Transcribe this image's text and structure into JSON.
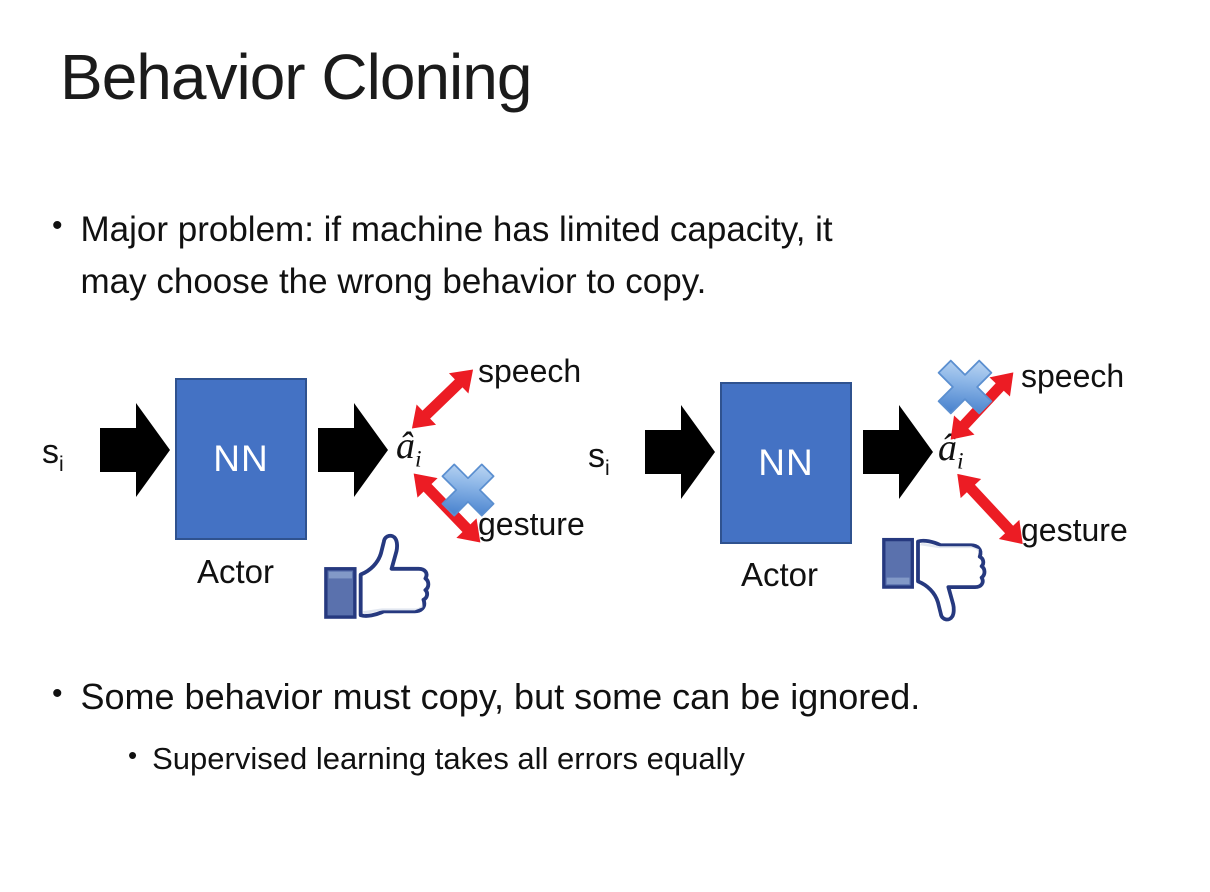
{
  "slide": {
    "title": "Behavior Cloning",
    "bullet_char": "•",
    "bullets": {
      "b1_line1": "Major problem: if machine has limited capacity, it",
      "b1_line2": "may choose the wrong behavior to copy.",
      "b2": "Some behavior must copy, but some can be ignored.",
      "b2_sub": "Supervised learning takes all errors equally"
    }
  },
  "diagram": {
    "state_main": "s",
    "state_sub": "i",
    "nn_label": "NN",
    "actor_label": "Actor",
    "action_main": "â",
    "action_sub": "i",
    "speech_label": "speech",
    "gesture_label": "gesture"
  },
  "colors": {
    "background": "#FFFFFF",
    "text": "#111111",
    "nn_fill": "#4472C4",
    "nn_border": "#2F528F",
    "arrow_black": "#000000",
    "arrow_red": "#EC1C24",
    "cross_blue": "#3B78C9",
    "cross_blue_light": "#D6E7F8",
    "cross_border": "#5B8FD0",
    "thumb_outline": "#26397F",
    "thumb_cuff": "#5A71AD",
    "thumb_fill": "#FFFFFF",
    "thumb_shade": "#E2E7F0"
  }
}
